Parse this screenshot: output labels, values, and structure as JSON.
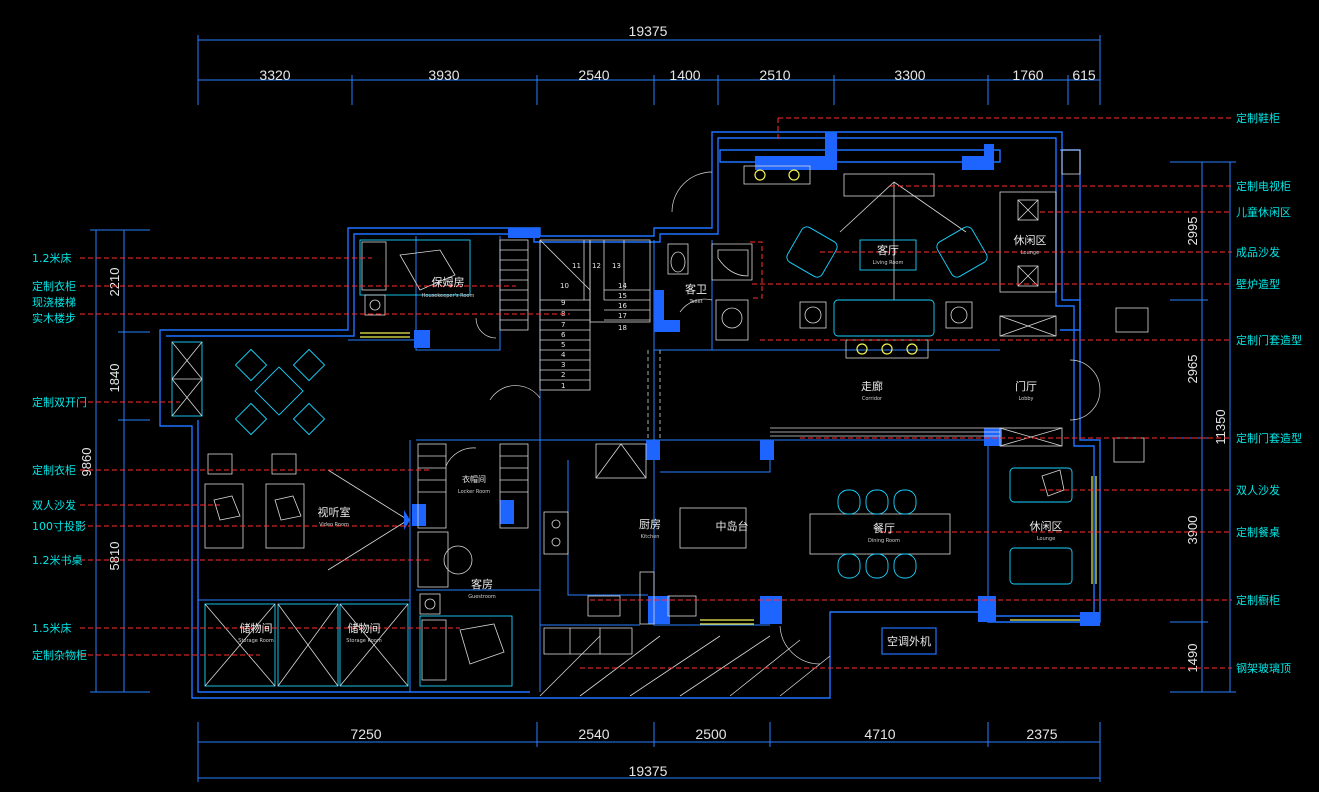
{
  "dimensions": {
    "top_total": "19375",
    "top_segments": [
      "3320",
      "3930",
      "2540",
      "1400",
      "2510",
      "3300",
      "1760",
      "615"
    ],
    "bottom_segments": [
      "7250",
      "2540",
      "2500",
      "4710",
      "2375"
    ],
    "bottom_total": "19375",
    "left_segments": [
      "2210",
      "1840",
      "5810"
    ],
    "left_total": "9860",
    "right_segments": [
      "2995",
      "2965",
      "3900",
      "1490"
    ],
    "right_total": "11350"
  },
  "callouts_left": [
    "1.2米床",
    "定制衣柜",
    "现浇楼梯",
    "实木楼步",
    "定制双开门",
    "定制衣柜",
    "双人沙发",
    "100寸投影",
    "1.2米书桌",
    "1.5米床",
    "定制杂物柜"
  ],
  "callouts_right": [
    "定制鞋柜",
    "定制电视柜",
    "儿童休闲区",
    "成品沙发",
    "壁炉造型",
    "定制门套造型",
    "定制门套造型",
    "双人沙发",
    "定制餐桌",
    "定制橱柜",
    "钢架玻璃顶"
  ],
  "rooms": [
    {
      "cn": "保姆房",
      "en": "Housekeeper's Room"
    },
    {
      "cn": "客卫",
      "en": "Toilet"
    },
    {
      "cn": "客厅",
      "en": "Living Room"
    },
    {
      "cn": "休闲区",
      "en": "Lounge"
    },
    {
      "cn": "走廊",
      "en": "Corridor"
    },
    {
      "cn": "门厅",
      "en": "Lobby"
    },
    {
      "cn": "视听室",
      "en": "Video Room"
    },
    {
      "cn": "衣帽间",
      "en": "Locker Room"
    },
    {
      "cn": "厨房",
      "en": "Kitchen"
    },
    {
      "cn": "中岛台",
      "en": ""
    },
    {
      "cn": "餐厅",
      "en": "Dining Room"
    },
    {
      "cn": "休闲区",
      "en": "Lounge"
    },
    {
      "cn": "客房",
      "en": "Guestroom"
    },
    {
      "cn": "储物间",
      "en": "Storage Room"
    },
    {
      "cn": "储物间",
      "en": "Storage Room"
    },
    {
      "cn": "空调外机",
      "en": ""
    }
  ],
  "stair_numbers": [
    "1",
    "2",
    "3",
    "4",
    "5",
    "6",
    "7",
    "8",
    "9",
    "10",
    "11",
    "12",
    "13",
    "14",
    "15",
    "16",
    "17",
    "18"
  ],
  "colors": {
    "wall": "#1e73ff",
    "dimension": "#2a7fff",
    "leader": "#ff2b2b",
    "callout_text": "#00e6e6",
    "furniture": "#d8d8d8",
    "background": "#000000"
  }
}
